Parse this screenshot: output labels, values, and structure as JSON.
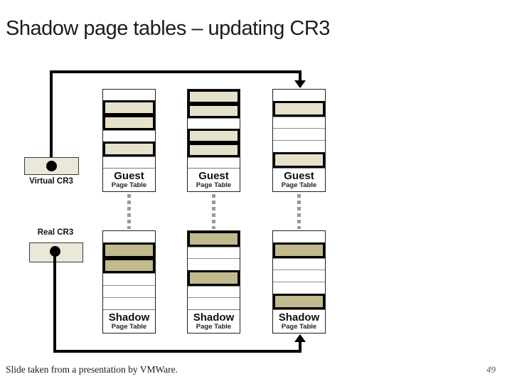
{
  "slide": {
    "title": "Shadow page tables – updating CR3",
    "footer_credit": "Slide taken from a presentation by VMWare.",
    "page_number": "49"
  },
  "labels": {
    "virtual_cr3": "Virtual CR3",
    "real_cr3": "Real CR3"
  },
  "colors": {
    "guest_row_fill": "#e5e1cb",
    "shadow_row_fill": "#c3b98e",
    "cr3_box_fill": "#ebe8da",
    "pointer_line": "#000000",
    "dashed_connector": "#999999"
  },
  "tables": {
    "guest": [
      {
        "title": "Guest",
        "subtitle": "Page Table",
        "rows": [
          "plain",
          "fill",
          "fill",
          "plain",
          "fill",
          "plain"
        ]
      },
      {
        "title": "Guest",
        "subtitle": "Page Table",
        "rows": [
          "fill",
          "fill",
          "plain",
          "fill",
          "fill",
          "plain"
        ]
      },
      {
        "title": "Guest",
        "subtitle": "Page Table",
        "rows": [
          "plain",
          "fill",
          "plain",
          "plain",
          "plain",
          "fill"
        ]
      }
    ],
    "shadow": [
      {
        "title": "Shadow",
        "subtitle": "Page Table",
        "rows": [
          "plain",
          "fill",
          "fill",
          "plain",
          "plain",
          "plain"
        ]
      },
      {
        "title": "Shadow",
        "subtitle": "Page Table",
        "rows": [
          "fill",
          "plain",
          "plain",
          "fill",
          "plain",
          "plain"
        ]
      },
      {
        "title": "Shadow",
        "subtitle": "Page Table",
        "rows": [
          "plain",
          "fill",
          "plain",
          "plain",
          "plain",
          "fill"
        ]
      }
    ]
  }
}
